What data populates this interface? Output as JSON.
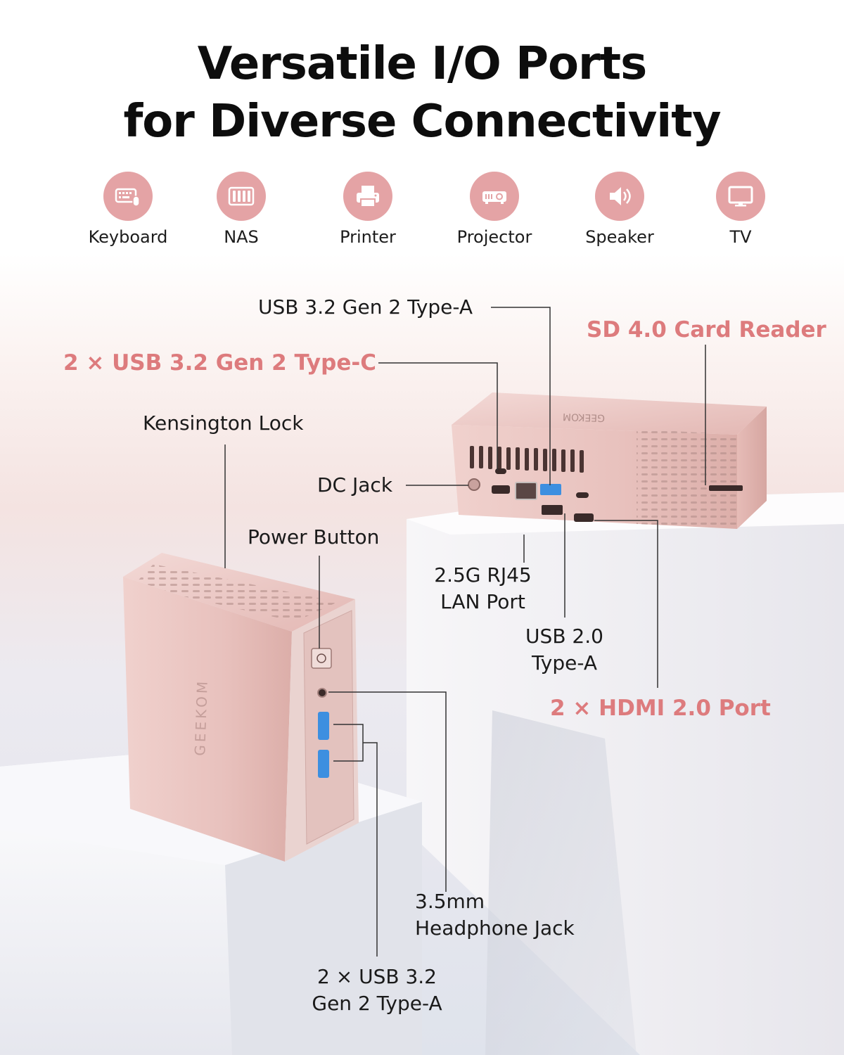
{
  "heading": {
    "line1": "Versatile I/O Ports",
    "line2": "for Diverse Connectivity"
  },
  "devices": [
    {
      "label": "Keyboard",
      "icon": "keyboard-icon"
    },
    {
      "label": "NAS",
      "icon": "nas-icon"
    },
    {
      "label": "Printer",
      "icon": "printer-icon"
    },
    {
      "label": "Projector",
      "icon": "projector-icon"
    },
    {
      "label": "Speaker",
      "icon": "speaker-icon"
    },
    {
      "label": "TV",
      "icon": "tv-icon"
    }
  ],
  "colors": {
    "accent": "#dd7b7d",
    "icon_circle": "#e4a3a5",
    "device_body": "#ecc7c3",
    "usb_blue": "#3d8fe0"
  },
  "device_brand": "GEEKOM",
  "ports": {
    "usb_a_top": "USB 3.2 Gen 2 Type-A",
    "sd_reader": "SD 4.0 Card Reader",
    "usb_c": "2 × USB 3.2 Gen 2 Type-C",
    "kensington": "Kensington Lock",
    "dc_jack": "DC Jack",
    "power_button": "Power Button",
    "lan_line1": "2.5G RJ45",
    "lan_line2": "LAN Port",
    "usb2_line1": "USB 2.0",
    "usb2_line2": "Type-A",
    "hdmi": "2 × HDMI 2.0 Port",
    "headphone_line1": "3.5mm",
    "headphone_line2": "Headphone Jack",
    "usb_a_front_line1": "2 × USB 3.2",
    "usb_a_front_line2": "Gen 2 Type-A"
  }
}
